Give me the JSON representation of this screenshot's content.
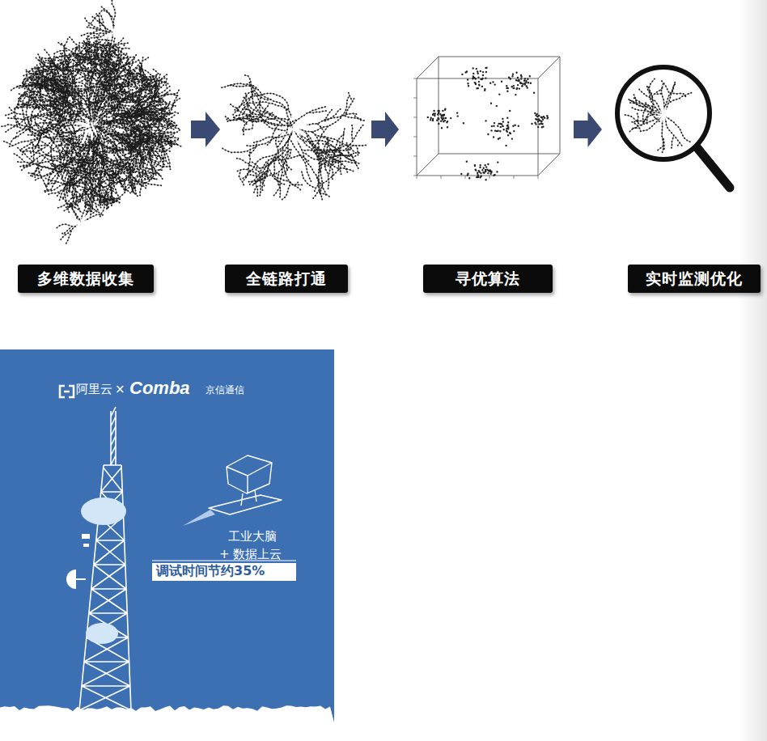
{
  "diagram": {
    "nodes": [
      {
        "text": [
          "多维数据收集"
        ]
      },
      {
        "text": [
          "全链路打通"
        ]
      },
      {
        "text": [
          "寻优算法"
        ]
      },
      {
        "text": [
          "实时监测优化"
        ]
      },
      {
        "text": [
          "阿里云",
          "×",
          "Comba",
          "京信通信",
          "工业大脑",
          "+ 数据上云"
        ]
      },
      {
        "text": [
          "调试时间节约35%"
        ],
        "in": 4
      }
    ],
    "edges": [
      {
        "from": 0,
        "to": 1,
        "arrow": "to"
      },
      {
        "from": 1,
        "to": 2,
        "arrow": "to"
      },
      {
        "from": 2,
        "to": 3,
        "arrow": "to"
      }
    ]
  }
}
